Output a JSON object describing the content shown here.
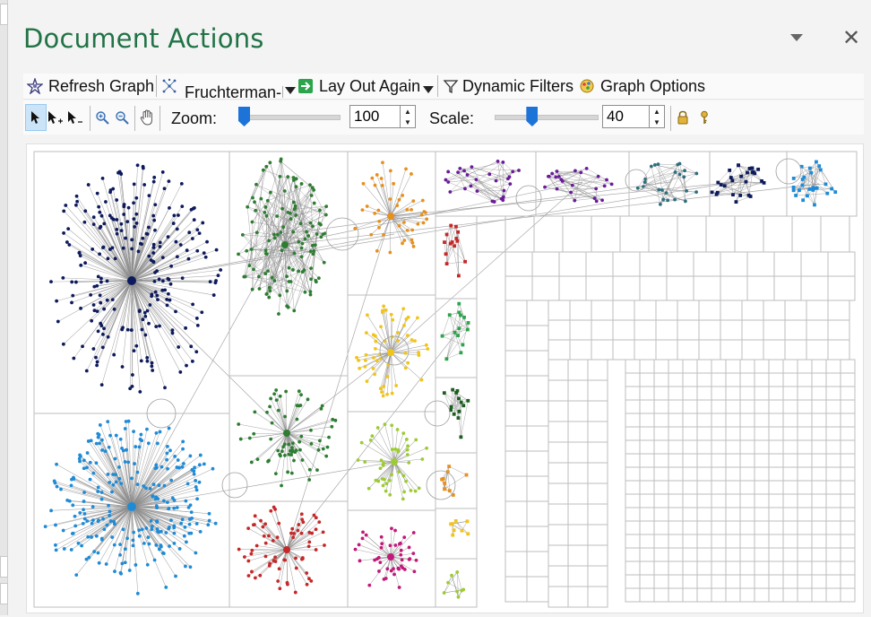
{
  "pane": {
    "title": "Document Actions"
  },
  "toolbar": {
    "refresh_label": "Refresh Graph",
    "layout_value": "Fruchterman-I",
    "layout_again_label": "Lay Out Again",
    "dynamic_filters_label": "Dynamic Filters",
    "graph_options_label": "Graph Options",
    "zoom_label": "Zoom:",
    "zoom_value": "100",
    "zoom_slider_level": 0.0,
    "scale_label": "Scale:",
    "scale_value": "40",
    "scale_slider_level": 0.35
  },
  "colors": {
    "title": "#217346",
    "accent": "#1e73d8",
    "edge": "#8c8c8c",
    "clusters": [
      "#0d1a5c",
      "#1f8bd6",
      "#2e7d32",
      "#e8901d",
      "#6a1b9a",
      "#f0c419",
      "#c62828",
      "#9ccc34",
      "#c2187a"
    ]
  }
}
